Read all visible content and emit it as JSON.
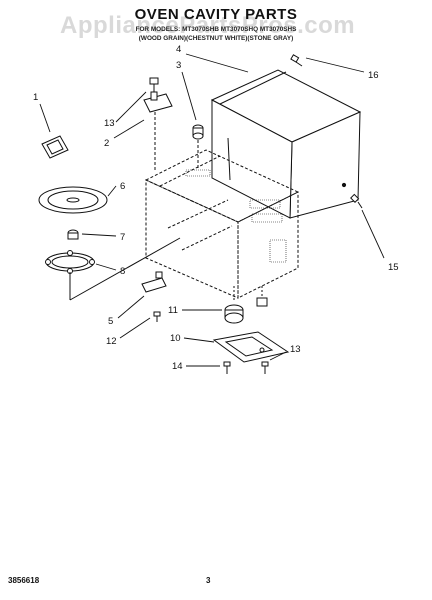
{
  "header": {
    "title": "OVEN CAVITY PARTS",
    "subtitle_line1": "FOR MODELS: MT3070SHB MT3070SHQ MT3070SHS",
    "subtitle_line2": "(WOOD GRAIN)(CHESTNUT WHITE)(STONE GRAY)",
    "watermark": "AppliancePartsPros.com"
  },
  "callouts": [
    {
      "id": "1"
    },
    {
      "id": "2"
    },
    {
      "id": "3"
    },
    {
      "id": "4"
    },
    {
      "id": "5"
    },
    {
      "id": "6"
    },
    {
      "id": "7"
    },
    {
      "id": "8"
    },
    {
      "id": "10"
    },
    {
      "id": "11"
    },
    {
      "id": "12"
    },
    {
      "id": "13"
    },
    {
      "id": "13b"
    },
    {
      "id": "14"
    },
    {
      "id": "15"
    },
    {
      "id": "16"
    }
  ],
  "labels": {
    "n1": "1",
    "n2": "2",
    "n3": "3",
    "n4": "4",
    "n5": "5",
    "n6": "6",
    "n7": "7",
    "n8": "8",
    "n10": "10",
    "n11": "11",
    "n12": "12",
    "n13a": "13",
    "n13b": "13",
    "n14": "14",
    "n15": "15",
    "n16": "16"
  },
  "footer": {
    "doc_number": "3856618",
    "page_number": "3"
  }
}
